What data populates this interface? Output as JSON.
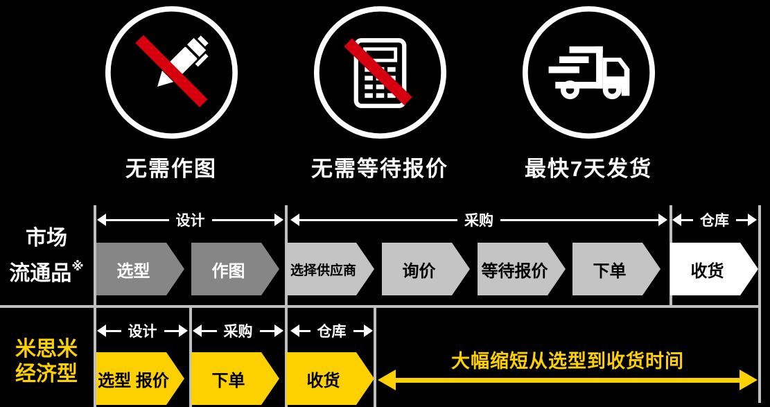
{
  "features": [
    {
      "icon": "pencil-crossed-icon",
      "label": "无需作图"
    },
    {
      "icon": "calculator-crossed-icon",
      "label": "无需等待报价"
    },
    {
      "icon": "delivery-truck-icon",
      "label": "最快7天发货"
    }
  ],
  "market_row": {
    "label_line1": "市场",
    "label_line2": "流通品",
    "label_note": "※",
    "phases": [
      {
        "label": "设计"
      },
      {
        "label": "采购"
      },
      {
        "label": "仓库"
      }
    ],
    "steps": [
      {
        "label": "选型"
      },
      {
        "label": "作图"
      },
      {
        "label": "选择供应商"
      },
      {
        "label": "询价"
      },
      {
        "label": "等待报价"
      },
      {
        "label": "下单"
      },
      {
        "label": "收货"
      }
    ]
  },
  "misumi_row": {
    "label_line1": "米思米",
    "label_line2": "经济型",
    "phases": [
      {
        "label": "设计"
      },
      {
        "label": "采购"
      },
      {
        "label": "仓库"
      }
    ],
    "steps": [
      {
        "label": "选型 报价"
      },
      {
        "label": "下单"
      },
      {
        "label": "收货"
      }
    ],
    "highlight": "大幅缩短从选型到收货时间"
  },
  "colors": {
    "background": "#000000",
    "brand_yellow": "#fdd000",
    "prohibit_red": "#d7000f",
    "dark_gray_step": "#868686",
    "light_gray_step": "#c4c4c4",
    "white_step": "#ffffff",
    "grid_line_gray": "#bfbfbf"
  }
}
